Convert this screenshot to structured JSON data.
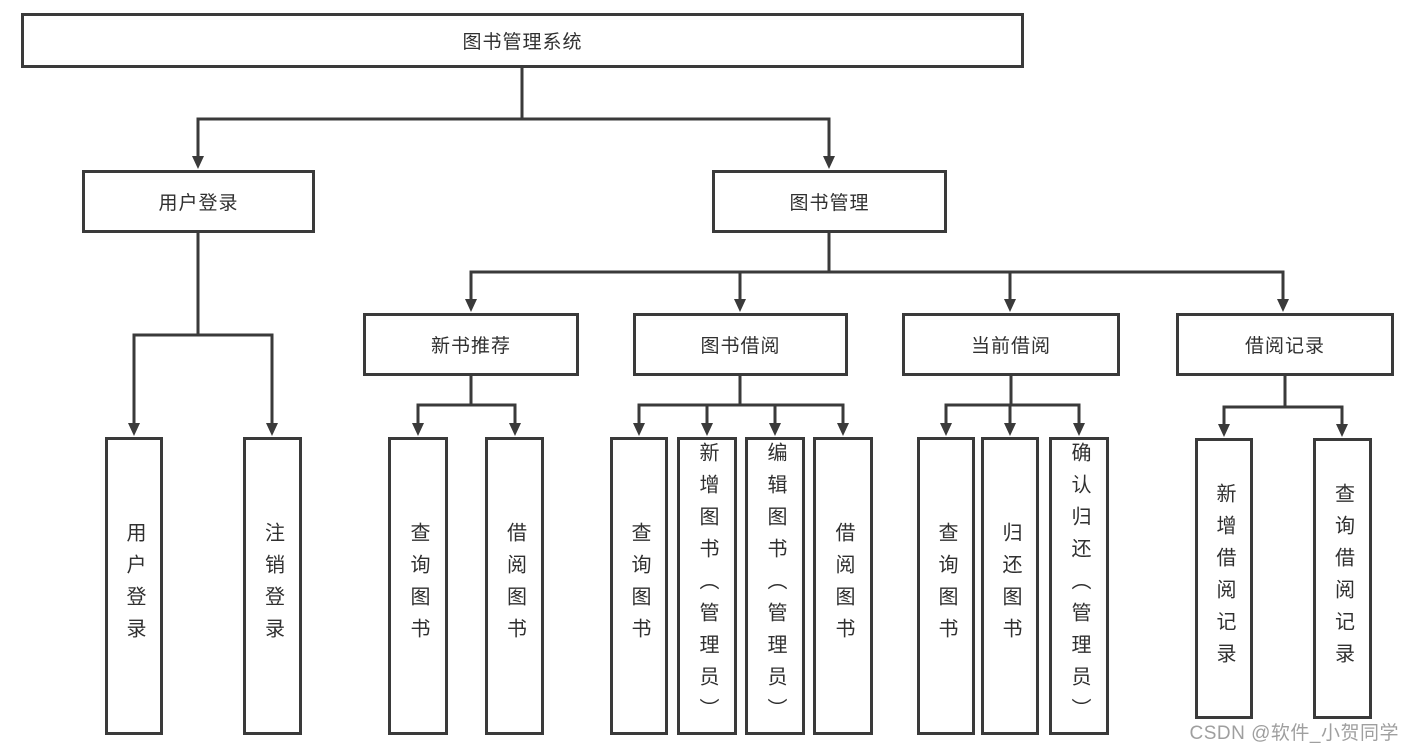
{
  "tree": {
    "root": {
      "label": "图书管理系统"
    },
    "branches": [
      {
        "label": "用户登录",
        "children": [
          {
            "label": "用户登录"
          },
          {
            "label": "注销登录"
          }
        ]
      },
      {
        "label": "图书管理",
        "children": [
          {
            "label": "新书推荐",
            "children": [
              {
                "label": "查询图书"
              },
              {
                "label": "借阅图书"
              }
            ]
          },
          {
            "label": "图书借阅",
            "children": [
              {
                "label": "查询图书"
              },
              {
                "label": "新增图书（管理员）"
              },
              {
                "label": "编辑图书（管理员）"
              },
              {
                "label": "借阅图书"
              }
            ]
          },
          {
            "label": "当前借阅",
            "children": [
              {
                "label": "查询图书"
              },
              {
                "label": "归还图书"
              },
              {
                "label": "确认归还（管理员）"
              }
            ]
          },
          {
            "label": "借阅记录",
            "children": [
              {
                "label": "新增借阅记录"
              },
              {
                "label": "查询借阅记录"
              }
            ]
          }
        ]
      }
    ]
  },
  "watermark": {
    "text": "CSDN @软件_小贺同学"
  },
  "colors": {
    "line": "#3a3a3a",
    "box_border": "#3a3a3a",
    "text": "#303030",
    "box_background": "#ffffff",
    "page_background": "#ffffff",
    "watermark": "#9f9f9f"
  }
}
